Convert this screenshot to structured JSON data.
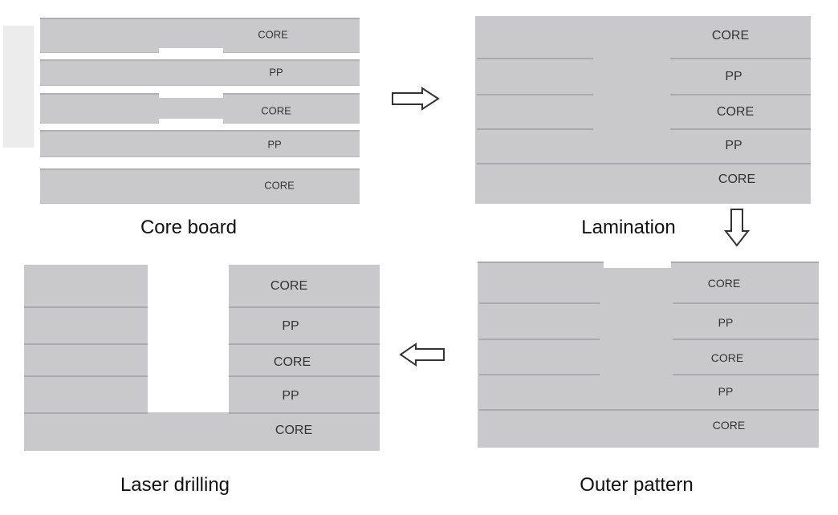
{
  "panels": {
    "core_board": {
      "caption": "Core board",
      "layers": [
        "CORE",
        "PP",
        "CORE",
        "PP",
        "CORE"
      ]
    },
    "lamination": {
      "caption": "Lamination",
      "layers": [
        "CORE",
        "PP",
        "CORE",
        "PP",
        "CORE"
      ]
    },
    "outer_pattern": {
      "caption": "Outer pattern",
      "layers": [
        "CORE",
        "PP",
        "CORE",
        "PP",
        "CORE"
      ]
    },
    "laser_drilling": {
      "caption": "Laser drilling",
      "layers": [
        "CORE",
        "PP",
        "CORE",
        "PP",
        "CORE"
      ]
    }
  },
  "colors": {
    "layer_fill": "#c9c9cb",
    "layer_line": "#a9a9ae",
    "text": "#333333",
    "arrow": "#333333"
  },
  "icons": {
    "arrow_1": "arrow-right-icon",
    "arrow_2": "arrow-down-icon",
    "arrow_3": "arrow-left-icon"
  }
}
